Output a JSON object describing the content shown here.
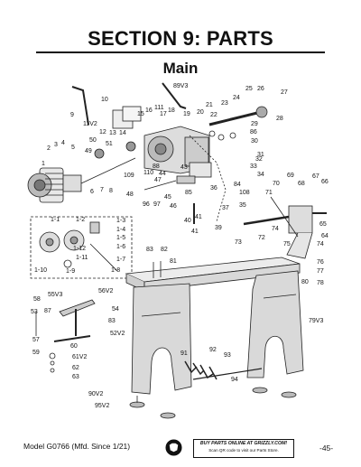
{
  "header": {
    "section_title": "SECTION 9: PARTS",
    "diagram_title": "Main"
  },
  "part_labels": [
    {
      "id": "l-1",
      "text": "1"
    },
    {
      "id": "l-2",
      "text": "2"
    },
    {
      "id": "l-3",
      "text": "3"
    },
    {
      "id": "l-4",
      "text": "4"
    },
    {
      "id": "l-5",
      "text": "5"
    },
    {
      "id": "l-6",
      "text": "6"
    },
    {
      "id": "l-7",
      "text": "7"
    },
    {
      "id": "l-8",
      "text": "8"
    },
    {
      "id": "l-9",
      "text": "9"
    },
    {
      "id": "l-10",
      "text": "10"
    },
    {
      "id": "l-11v2",
      "text": "11V2"
    },
    {
      "id": "l-12",
      "text": "12"
    },
    {
      "id": "l-13",
      "text": "13"
    },
    {
      "id": "l-14",
      "text": "14"
    },
    {
      "id": "l-15",
      "text": "15"
    },
    {
      "id": "l-16",
      "text": "16"
    },
    {
      "id": "l-111",
      "text": "111"
    },
    {
      "id": "l-17",
      "text": "17"
    },
    {
      "id": "l-18",
      "text": "18"
    },
    {
      "id": "l-89v3",
      "text": "89V3"
    },
    {
      "id": "l-19",
      "text": "19"
    },
    {
      "id": "l-20",
      "text": "20"
    },
    {
      "id": "l-21",
      "text": "21"
    },
    {
      "id": "l-22",
      "text": "22"
    },
    {
      "id": "l-23",
      "text": "23"
    },
    {
      "id": "l-24",
      "text": "24"
    },
    {
      "id": "l-25",
      "text": "25"
    },
    {
      "id": "l-26",
      "text": "26"
    },
    {
      "id": "l-27",
      "text": "27"
    },
    {
      "id": "l-28",
      "text": "28"
    },
    {
      "id": "l-29",
      "text": "29"
    },
    {
      "id": "l-86",
      "text": "86"
    },
    {
      "id": "l-30",
      "text": "30"
    },
    {
      "id": "l-31",
      "text": "31"
    },
    {
      "id": "l-32",
      "text": "32"
    },
    {
      "id": "l-33",
      "text": "33"
    },
    {
      "id": "l-34",
      "text": "34"
    },
    {
      "id": "l-50",
      "text": "50"
    },
    {
      "id": "l-51",
      "text": "51"
    },
    {
      "id": "l-49",
      "text": "49"
    },
    {
      "id": "l-110",
      "text": "110"
    },
    {
      "id": "l-109",
      "text": "109"
    },
    {
      "id": "l-88",
      "text": "88"
    },
    {
      "id": "l-44",
      "text": "44"
    },
    {
      "id": "l-47",
      "text": "47"
    },
    {
      "id": "l-43",
      "text": "43"
    },
    {
      "id": "l-48",
      "text": "48"
    },
    {
      "id": "l-45",
      "text": "45"
    },
    {
      "id": "l-85",
      "text": "85"
    },
    {
      "id": "l-36",
      "text": "36"
    },
    {
      "id": "l-84",
      "text": "84"
    },
    {
      "id": "l-108",
      "text": "108"
    },
    {
      "id": "l-96",
      "text": "96"
    },
    {
      "id": "l-97",
      "text": "97"
    },
    {
      "id": "l-46",
      "text": "46"
    },
    {
      "id": "l-37",
      "text": "37"
    },
    {
      "id": "l-35",
      "text": "35"
    },
    {
      "id": "l-40",
      "text": "40"
    },
    {
      "id": "l-41a",
      "text": "41"
    },
    {
      "id": "l-41b",
      "text": "41"
    },
    {
      "id": "l-39",
      "text": "39"
    },
    {
      "id": "l-70",
      "text": "70"
    },
    {
      "id": "l-71",
      "text": "71"
    },
    {
      "id": "l-69",
      "text": "69"
    },
    {
      "id": "l-68",
      "text": "68"
    },
    {
      "id": "l-67",
      "text": "67"
    },
    {
      "id": "l-66",
      "text": "66"
    },
    {
      "id": "l-65",
      "text": "65"
    },
    {
      "id": "l-64",
      "text": "64"
    },
    {
      "id": "l-74a",
      "text": "74"
    },
    {
      "id": "l-74b",
      "text": "74"
    },
    {
      "id": "l-72",
      "text": "72"
    },
    {
      "id": "l-73",
      "text": "73"
    },
    {
      "id": "l-75",
      "text": "75"
    },
    {
      "id": "l-76",
      "text": "76"
    },
    {
      "id": "l-77",
      "text": "77"
    },
    {
      "id": "l-80",
      "text": "80"
    },
    {
      "id": "l-78",
      "text": "78"
    },
    {
      "id": "l-1-1",
      "text": "1-1"
    },
    {
      "id": "l-1-2",
      "text": "1-2"
    },
    {
      "id": "l-1-3",
      "text": "1-3"
    },
    {
      "id": "l-1-4",
      "text": "1-4"
    },
    {
      "id": "l-1-5",
      "text": "1-5"
    },
    {
      "id": "l-1-6",
      "text": "1-6"
    },
    {
      "id": "l-1-7",
      "text": "1-7"
    },
    {
      "id": "l-1-8",
      "text": "1-8"
    },
    {
      "id": "l-1-9",
      "text": "1-9"
    },
    {
      "id": "l-1-10",
      "text": "1-10"
    },
    {
      "id": "l-1-11",
      "text": "1-11"
    },
    {
      "id": "l-1-12",
      "text": "1-12"
    },
    {
      "id": "l-83",
      "text": "83"
    },
    {
      "id": "l-82",
      "text": "82"
    },
    {
      "id": "l-81",
      "text": "81"
    },
    {
      "id": "l-58",
      "text": "58"
    },
    {
      "id": "l-55v3",
      "text": "55V3"
    },
    {
      "id": "l-56v2",
      "text": "56V2"
    },
    {
      "id": "l-87",
      "text": "87"
    },
    {
      "id": "l-53",
      "text": "53"
    },
    {
      "id": "l-54",
      "text": "54"
    },
    {
      "id": "l-s83",
      "text": "83"
    },
    {
      "id": "l-57",
      "text": "57"
    },
    {
      "id": "l-52v2",
      "text": "52V2"
    },
    {
      "id": "l-60",
      "text": "60"
    },
    {
      "id": "l-59",
      "text": "59"
    },
    {
      "id": "l-61v2",
      "text": "61V2"
    },
    {
      "id": "l-62",
      "text": "62"
    },
    {
      "id": "l-63",
      "text": "63"
    },
    {
      "id": "l-79v3",
      "text": "79V3"
    },
    {
      "id": "l-91",
      "text": "91"
    },
    {
      "id": "l-92",
      "text": "92"
    },
    {
      "id": "l-93",
      "text": "93"
    },
    {
      "id": "l-94",
      "text": "94"
    },
    {
      "id": "l-90v2",
      "text": "90V2"
    },
    {
      "id": "l-95v2",
      "text": "95V2"
    }
  ],
  "footer": {
    "model": "Model G0766 (Mfd. Since 1/21)",
    "buy_line": "BUY PARTS ONLINE AT GRIZZLY.COM!",
    "scan_line": "Scan QR code to visit our Parts Store.",
    "page_number": "-45-"
  }
}
